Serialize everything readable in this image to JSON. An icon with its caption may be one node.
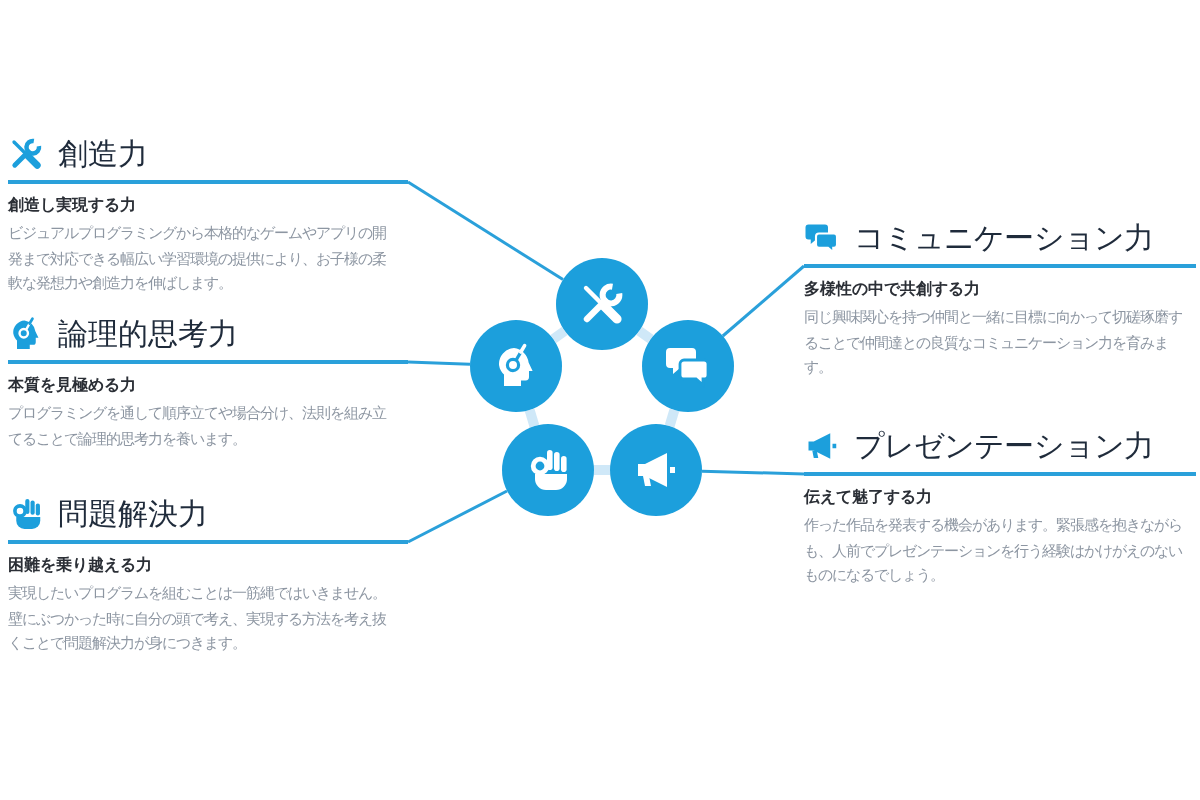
{
  "diagram": {
    "nodes": [
      {
        "text": [
          "創造力",
          "創造し実現する力",
          "ビジュアルプログラミングから本格的なゲームやアプリの開発まで対応できる幅広い学習環境の提供により、お子様の柔軟な発想力や創造力を伸ばします。"
        ]
      },
      {
        "text": [
          "論理的思考力",
          "本質を見極める力",
          "プログラミングを通して順序立てや場合分け、法則を組み立てることで論理的思考力を養います。"
        ]
      },
      {
        "text": [
          "問題解決力",
          "困難を乗り越える力",
          "実現したいプログラムを組むことは一筋縄ではいきません。壁にぶつかった時に自分の頭で考え、実現する方法を考え抜くことで問題解決力が身につきます。"
        ]
      },
      {
        "text": [
          "コミュニケーション力",
          "多様性の中で共創する力",
          "同じ興味関心を持つ仲間と一緒に目標に向かって切磋琢磨することで仲間達との良質なコミュニケーション力を育みます。"
        ]
      },
      {
        "text": [
          "プレゼンテーション力",
          "伝えて魅了する力",
          "作った作品を発表する機会があります。緊張感を抱きながらも、人前でプレゼンテーションを行う経験はかけがえのないものになるでしょう。"
        ]
      },
      {
        "text": [],
        "shape": "circle"
      },
      {
        "text": [],
        "shape": "circle"
      },
      {
        "text": [],
        "shape": "circle"
      },
      {
        "text": [],
        "shape": "circle"
      },
      {
        "text": [],
        "shape": "circle"
      }
    ],
    "edges": [
      {
        "from": 0,
        "to": 5,
        "arrow": "none"
      },
      {
        "from": 1,
        "to": 9,
        "arrow": "none"
      },
      {
        "from": 2,
        "to": 8,
        "arrow": "none"
      },
      {
        "from": 3,
        "to": 6,
        "arrow": "none"
      },
      {
        "from": 4,
        "to": 7,
        "arrow": "none"
      },
      {
        "from": 5,
        "to": 6,
        "arrow": "none",
        "style": "thick",
        "color": "#cfe8f8"
      },
      {
        "from": 6,
        "to": 7,
        "arrow": "none",
        "style": "thick",
        "color": "#cfe8f8"
      },
      {
        "from": 7,
        "to": 8,
        "arrow": "none",
        "style": "thick",
        "color": "#cfe8f8"
      },
      {
        "from": 8,
        "to": 9,
        "arrow": "none",
        "style": "thick",
        "color": "#cfe8f8"
      },
      {
        "from": 9,
        "to": 5,
        "arrow": "none",
        "style": "thick",
        "color": "#cfe8f8"
      }
    ]
  }
}
